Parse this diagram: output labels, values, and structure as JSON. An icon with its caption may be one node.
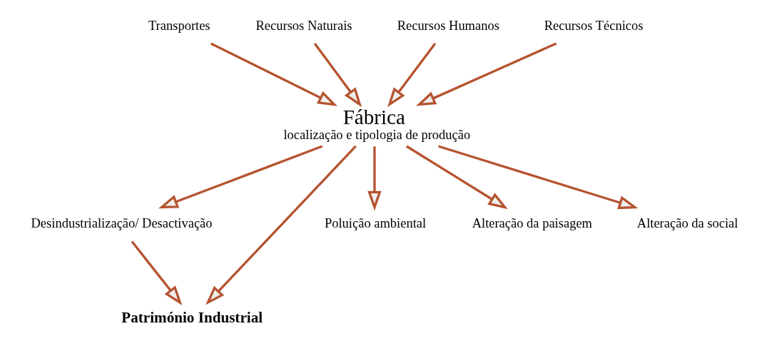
{
  "diagram": {
    "nodes": [
      {
        "text": [
          "Transportes"
        ]
      },
      {
        "text": [
          "Recursos Naturais"
        ]
      },
      {
        "text": [
          "Recursos Humanos"
        ]
      },
      {
        "text": [
          "Recursos Técnicos"
        ]
      },
      {
        "text": [
          "Fábrica",
          "localização e tipologia de produção"
        ]
      },
      {
        "text": [
          "Desindustrialização/ Desactivação"
        ]
      },
      {
        "text": [
          "Património Industrial"
        ]
      },
      {
        "text": [
          "Poluição ambiental"
        ]
      },
      {
        "text": [
          "Alteração da paisagem"
        ]
      },
      {
        "text": [
          "Alteração da social"
        ]
      }
    ],
    "edges": [
      {
        "from": 1,
        "to": 4,
        "arrow": "to"
      },
      {
        "from": 0,
        "to": 4,
        "arrow": "to"
      },
      {
        "from": 2,
        "to": 4,
        "arrow": "to"
      },
      {
        "from": 3,
        "to": 4,
        "arrow": "to"
      },
      {
        "from": 4,
        "to": 5,
        "arrow": "to"
      },
      {
        "from": 5,
        "to": 6,
        "arrow": "to"
      },
      {
        "from": 4,
        "to": 6,
        "arrow": "to"
      },
      {
        "from": 4,
        "to": 7,
        "arrow": "to"
      },
      {
        "from": 4,
        "to": 9,
        "arrow": "to"
      },
      {
        "from": 4,
        "to": 8,
        "arrow": "to"
      }
    ]
  }
}
